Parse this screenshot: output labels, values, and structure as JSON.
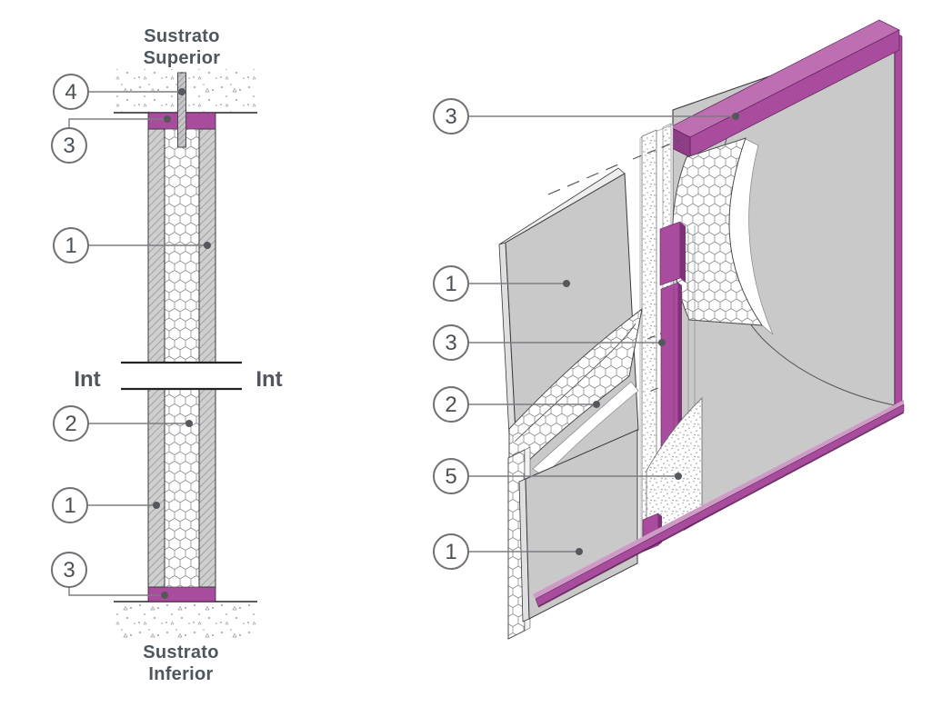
{
  "section": {
    "top_label": [
      "Sustrato",
      "Superior"
    ],
    "bottom_label": [
      "Sustrato",
      "Inferior"
    ],
    "int_left": "Int",
    "int_right": "Int",
    "callouts": [
      {
        "label": "4",
        "target": "anchor-bolt"
      },
      {
        "label": "3",
        "target": "top-track"
      },
      {
        "label": "1",
        "target": "right-board"
      },
      {
        "label": "2",
        "target": "insulation-core"
      },
      {
        "label": "1",
        "target": "left-board"
      },
      {
        "label": "3",
        "target": "bottom-track"
      }
    ]
  },
  "iso": {
    "callouts": [
      {
        "label": "3",
        "target": "top-track"
      },
      {
        "label": "1",
        "target": "front-board"
      },
      {
        "label": "3",
        "target": "stud"
      },
      {
        "label": "2",
        "target": "insulation"
      },
      {
        "label": "5",
        "target": "plaster-layer"
      },
      {
        "label": "1",
        "target": "outer-board"
      }
    ]
  },
  "colors": {
    "purple": "#A94C9E",
    "purple_light": "#BD6FB2",
    "purple_dark": "#7E3379",
    "panel_gray": "#C9C9CA",
    "edge_gray": "#E4E4E5",
    "outline": "#3A3A3E",
    "leader": "#7B7E81",
    "text": "#4E565E"
  }
}
